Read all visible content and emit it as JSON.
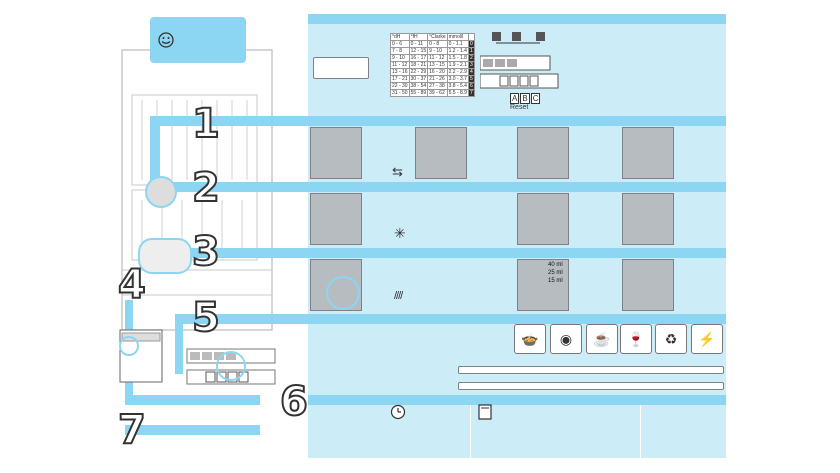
{
  "steps": [
    "1",
    "2",
    "3",
    "4",
    "5",
    "6",
    "7"
  ],
  "smiley_icon": "smiley-face-icon",
  "hardness_table": {
    "headers": [
      "°dH",
      "°fH",
      "°Clarke",
      "mmol/l"
    ],
    "rows": [
      [
        "0 - 6",
        "0 - 11",
        "0 - 8",
        "0 - 1.1",
        "0"
      ],
      [
        "7 - 8",
        "12 - 15",
        "9 - 10",
        "1.2 - 1.4",
        "1"
      ],
      [
        "9 - 10",
        "16 - 17",
        "11 - 12",
        "1.5 - 1.8",
        "2"
      ],
      [
        "11 - 12",
        "18 - 21",
        "13 - 15",
        "1.9 - 2.1",
        "3"
      ],
      [
        "13 - 16",
        "22 - 29",
        "16 - 20",
        "2.2 - 2.9",
        "4"
      ],
      [
        "17 - 21",
        "30 - 37",
        "21 - 26",
        "3.0 - 3.7",
        "5"
      ],
      [
        "22 - 30",
        "38 - 54",
        "27 - 38",
        "3.8 - 5.4",
        "6"
      ],
      [
        "31 - 50",
        "55 - 89",
        "39 - 62",
        "5.5 - 8.9",
        "7"
      ]
    ]
  },
  "buttons": {
    "a": "A",
    "b": "B",
    "c": "C",
    "reset": "Reset"
  },
  "dose_labels": [
    "40 ml",
    "25 ml",
    "15 ml"
  ],
  "symbols": {
    "arrows": "arrows-icon",
    "rinse": "sparkle-icon",
    "detergent": "detergent-lines-icon",
    "clock": "clock-icon",
    "display": "display-icon"
  },
  "programs": [
    "pot-icon",
    "plates-icon",
    "cup-saucer-icon",
    "wine-glass-icon",
    "eco-icon",
    "quick-icon"
  ],
  "colors": {
    "accent": "#8dd6f3",
    "panel": "#ccecf8"
  }
}
